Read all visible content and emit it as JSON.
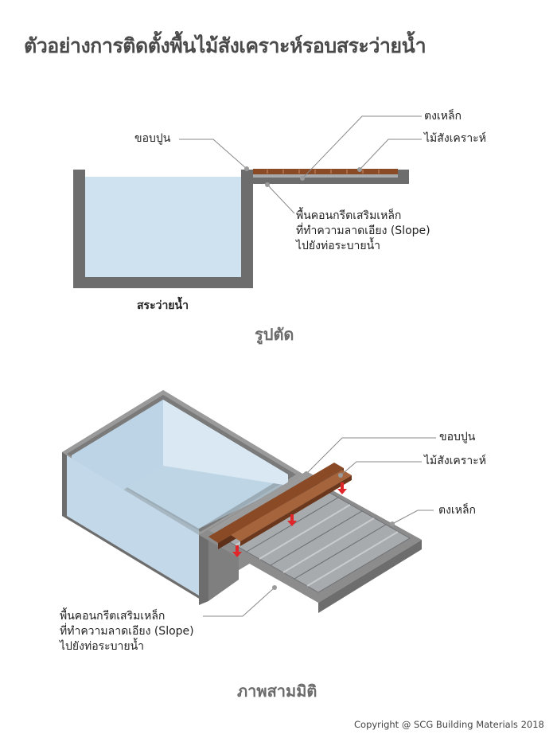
{
  "title": "ตัวอย่างการติดตั้งพื้นไม้สังเคราะห์รอบสระว่ายน้ำ",
  "section_view": {
    "caption": "รูปตัด",
    "pool_label": "สระว่ายน้ำ",
    "labels": {
      "curb": "ขอบปูน",
      "steel_frame": "ตงเหล็ก",
      "synthetic_wood": "ไม้สังเคราะห์",
      "concrete_line1": "พื้นคอนกรีตเสริมเหล็ก",
      "concrete_line2": "ที่ทำความลาดเอียง (Slope)",
      "concrete_line3": "ไปยังท่อระบายน้ำ"
    }
  },
  "iso_view": {
    "caption": "ภาพสามมิติ",
    "labels": {
      "curb": "ขอบปูน",
      "synthetic_wood": "ไม้สังเคราะห์",
      "steel_frame": "ตงเหล็ก",
      "concrete_line1": "พื้นคอนกรีตเสริมเหล็ก",
      "concrete_line2": "ที่ทำความลาดเอียง (Slope)",
      "concrete_line3": "ไปยังท่อระบายน้ำ"
    }
  },
  "copyright": "Copyright  @ SCG Building Materials 2018",
  "colors": {
    "concrete": "#6d6d6d",
    "water": "#cfe2ef",
    "wood": "#8a4a26",
    "steel": "#a8abae",
    "arrow": "#e0262b"
  }
}
